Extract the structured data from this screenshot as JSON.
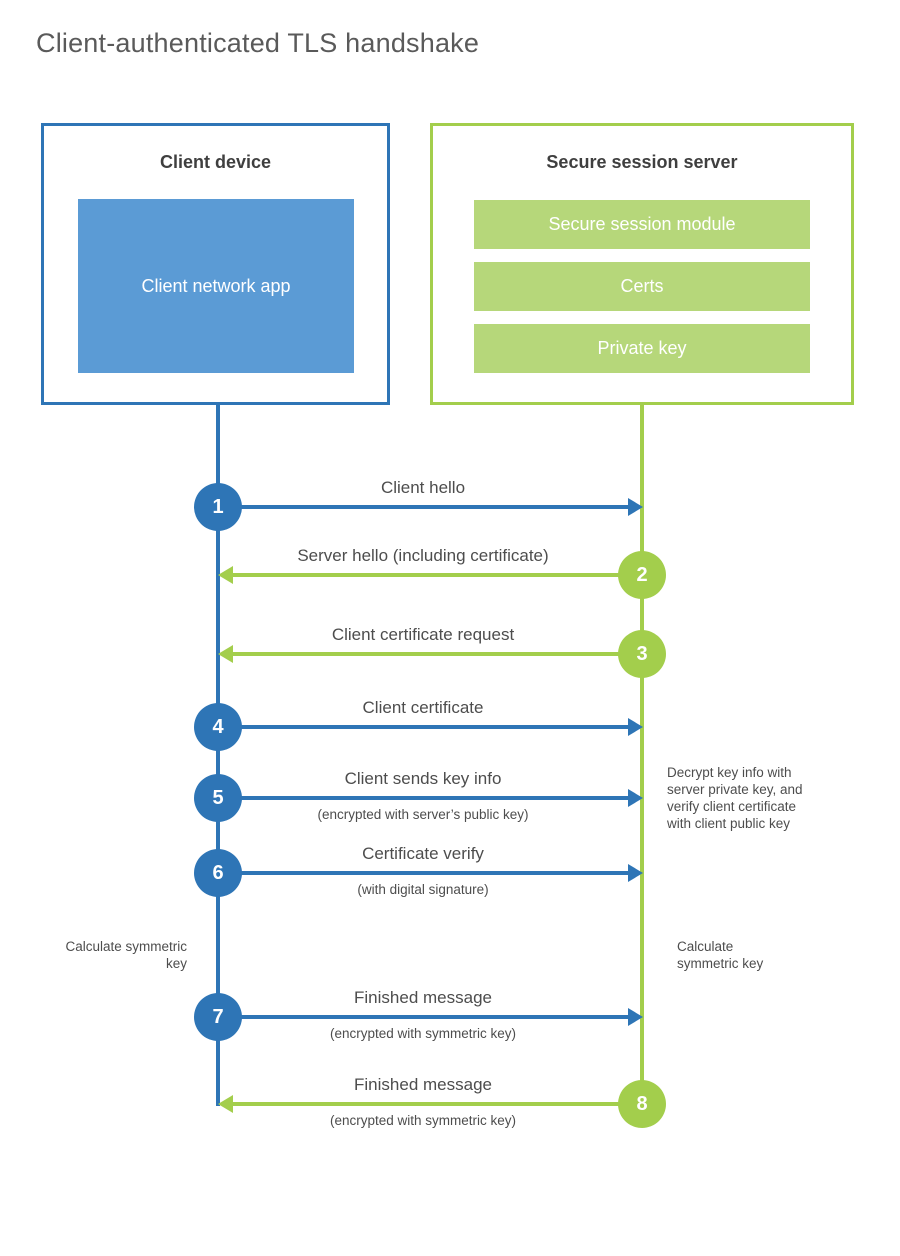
{
  "title": "Client-authenticated TLS handshake",
  "colors": {
    "blue": "#2e75b6",
    "blue_light": "#5b9bd5",
    "green": "#a3ce4c",
    "green_light": "#b6d77a",
    "heading_text": "#3f3f3f",
    "label_text": "#4d4d4d",
    "title_text": "#5a5a5a"
  },
  "client": {
    "title": "Client device",
    "app_label": "Client network app"
  },
  "server": {
    "title": "Secure session server",
    "modules": [
      "Secure session module",
      "Certs",
      "Private key"
    ]
  },
  "steps": [
    {
      "num": "1",
      "label": "Client hello",
      "sub": "",
      "direction": "right",
      "color": "blue"
    },
    {
      "num": "2",
      "label": "Server hello (including certificate)",
      "sub": "",
      "direction": "left",
      "color": "green"
    },
    {
      "num": "3",
      "label": "Client certificate request",
      "sub": "",
      "direction": "left",
      "color": "green"
    },
    {
      "num": "4",
      "label": "Client certificate",
      "sub": "",
      "direction": "right",
      "color": "blue"
    },
    {
      "num": "5",
      "label": "Client sends key info",
      "sub": "(encrypted with server’s public key)",
      "direction": "right",
      "color": "blue"
    },
    {
      "num": "6",
      "label": "Certificate verify",
      "sub": "(with digital signature)",
      "direction": "right",
      "color": "blue"
    },
    {
      "num": "7",
      "label": "Finished message",
      "sub": "(encrypted with symmetric key)",
      "direction": "right",
      "color": "blue"
    },
    {
      "num": "8",
      "label": "Finished message",
      "sub": "(encrypted with symmetric key)",
      "direction": "left",
      "color": "green"
    }
  ],
  "notes": {
    "decrypt": "Decrypt key info with server private key, and verify client certificate with client public key",
    "calc_left": "Calculate symmetric key",
    "calc_right": "Calculate symmetric key"
  }
}
